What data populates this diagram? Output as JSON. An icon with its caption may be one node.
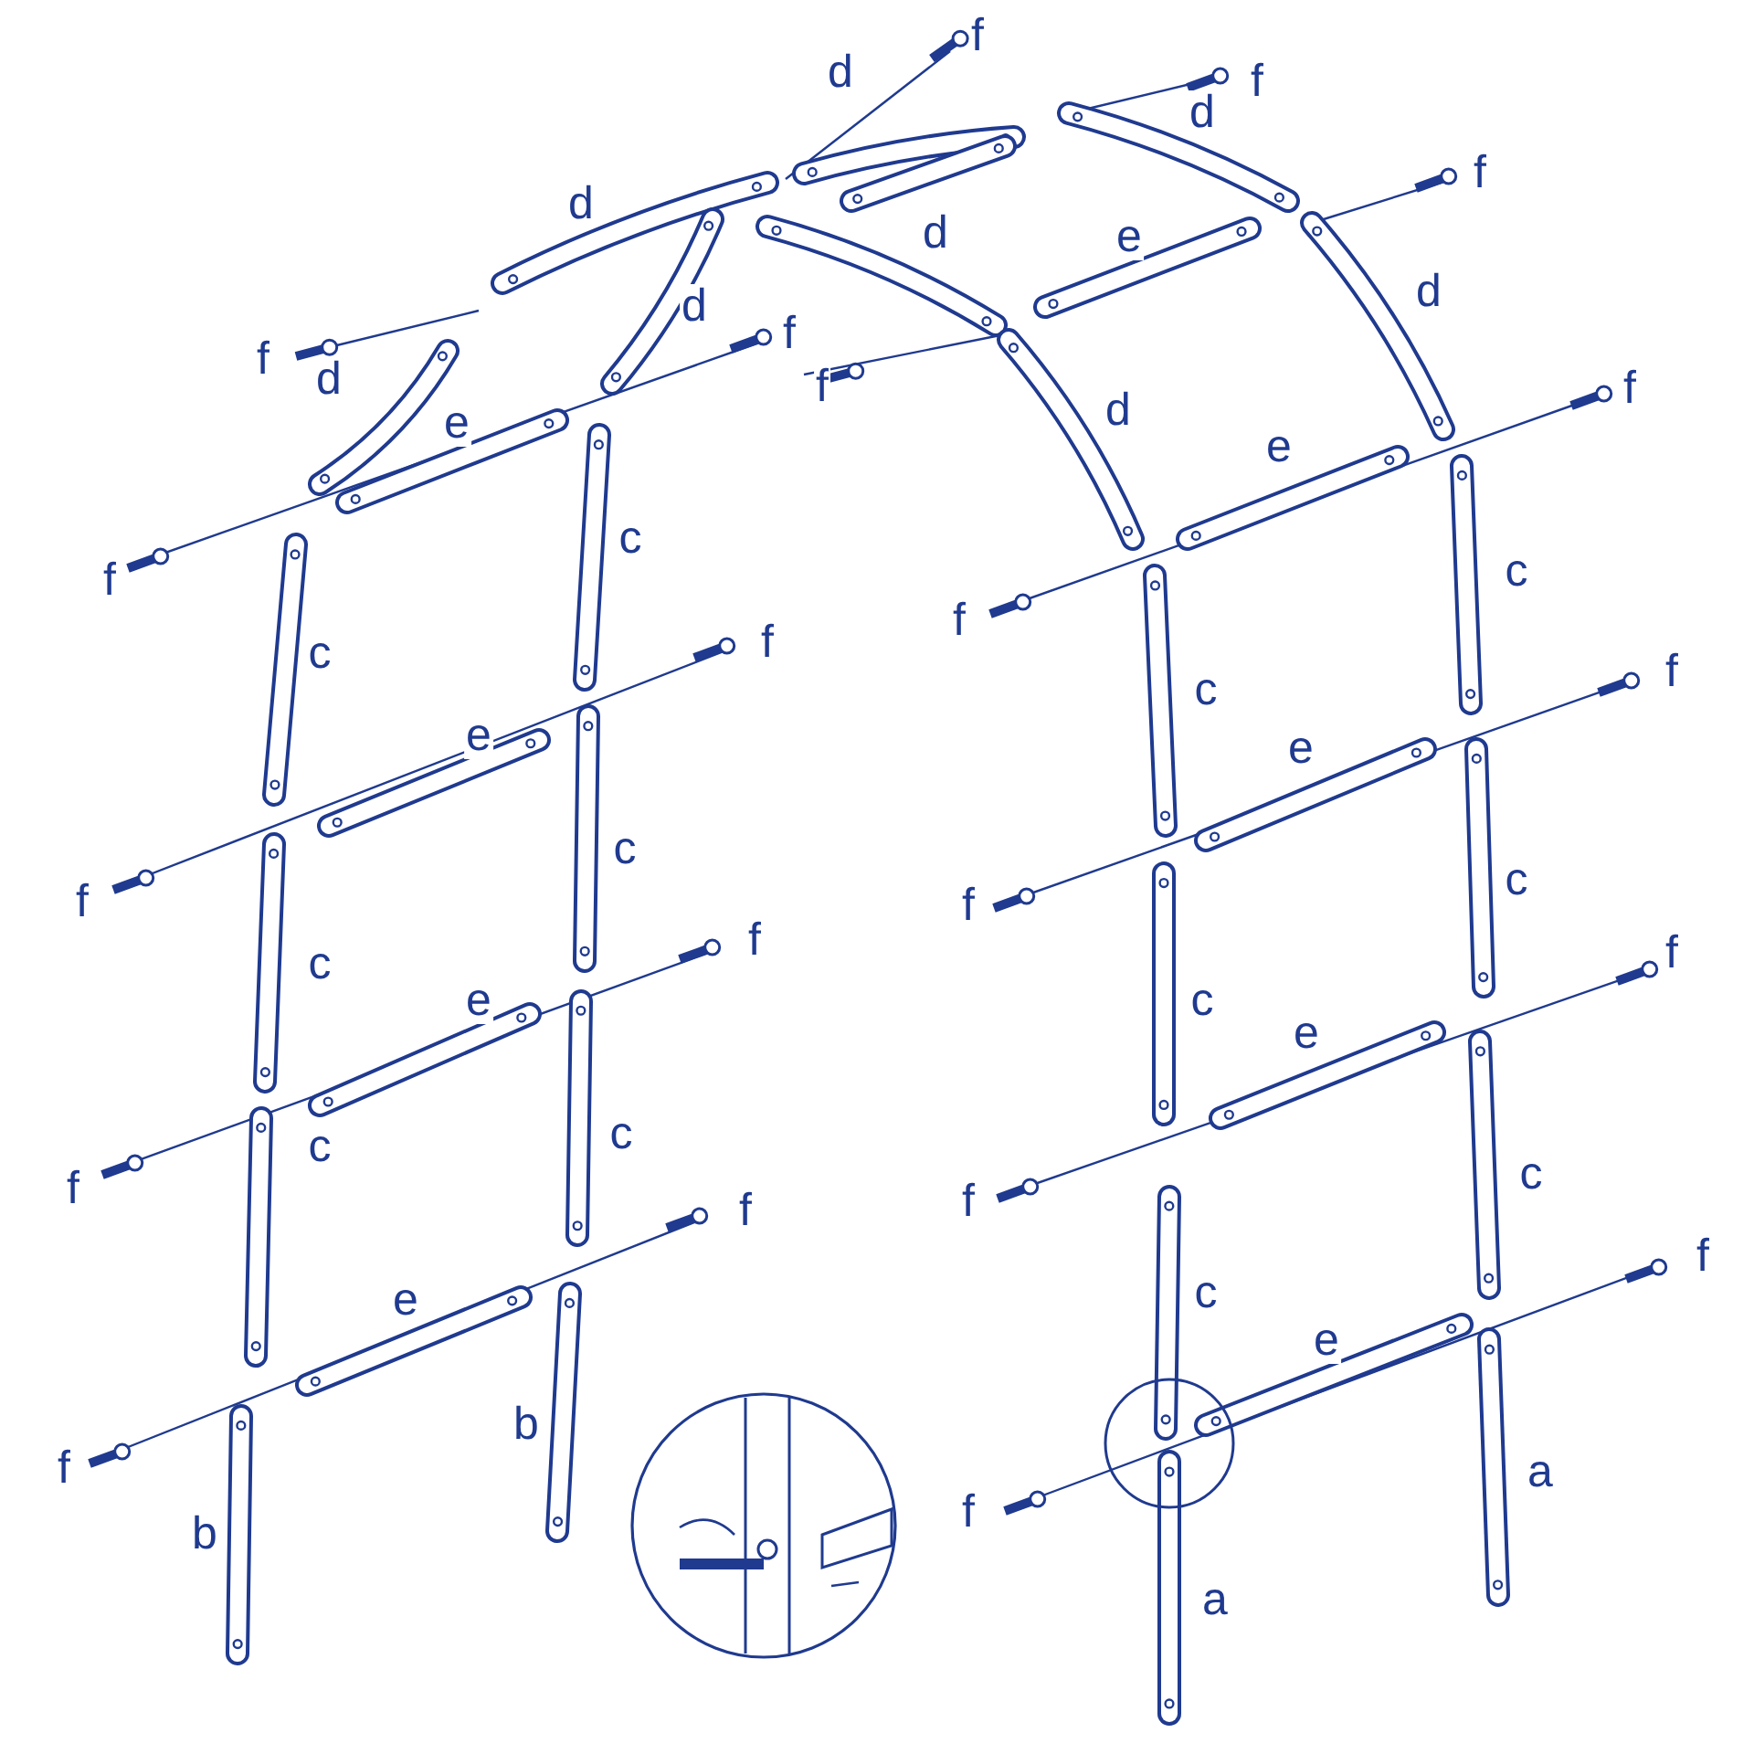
{
  "diagram": {
    "labels": [
      "f",
      "d",
      "f",
      "d",
      "f",
      "d",
      "d",
      "e",
      "d",
      "d",
      "f",
      "f",
      "d",
      "f",
      "f",
      "d",
      "e",
      "e",
      "c",
      "c",
      "f",
      "f",
      "f",
      "c",
      "f",
      "c",
      "e",
      "e",
      "c",
      "c",
      "f",
      "f",
      "f",
      "f",
      "c",
      "e",
      "c",
      "e",
      "c",
      "c",
      "f",
      "f",
      "f",
      "c",
      "f",
      "e",
      "c",
      "e",
      "b",
      "f",
      "a",
      "f",
      "b",
      "a"
    ]
  }
}
